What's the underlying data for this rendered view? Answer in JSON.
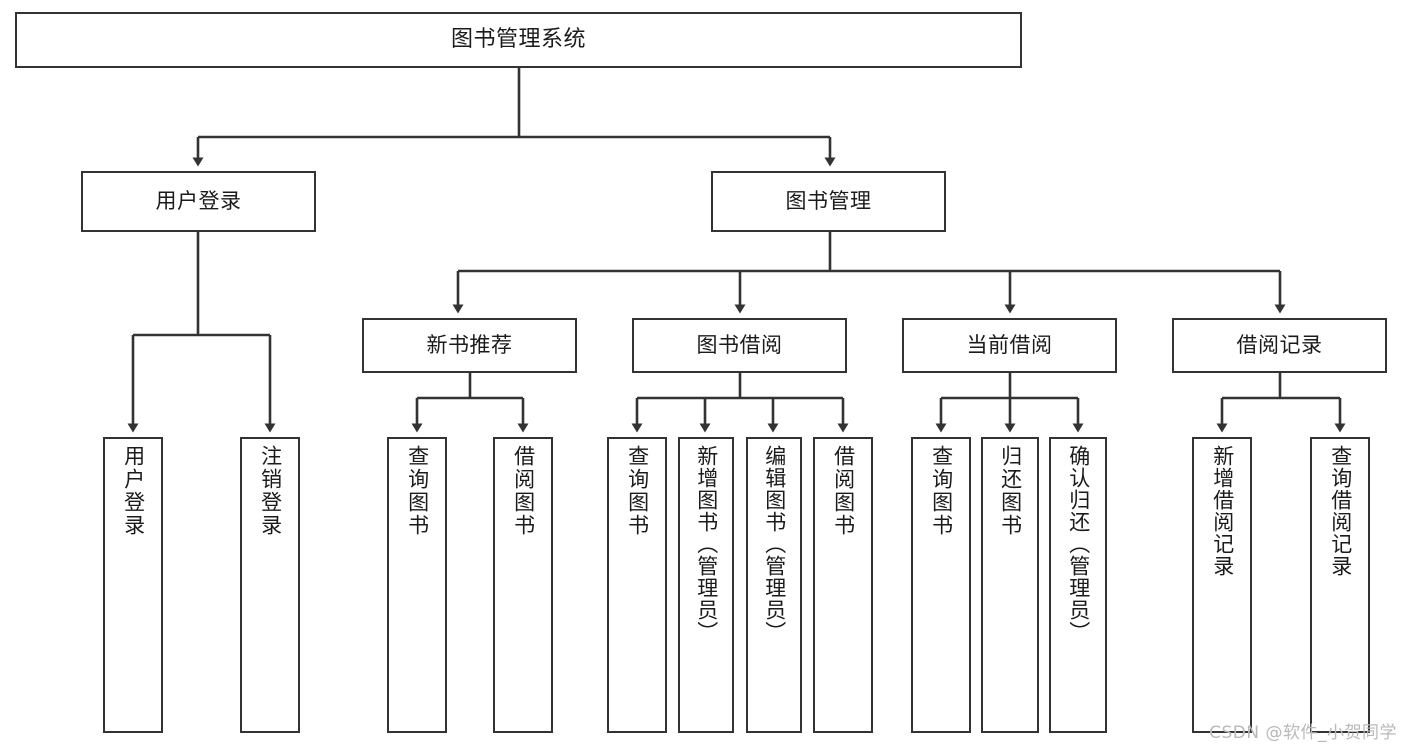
{
  "diagram": {
    "type": "tree",
    "title": "图书管理系统",
    "watermark": "CSDN @软件_小贺同学",
    "colors": {
      "box_border": "#333333",
      "box_fill": "#ffffff",
      "connector": "#333333",
      "text": "#1b1b1b",
      "watermark": "#b9b9b9"
    },
    "nodes": {
      "root": {
        "label": "图书管理系统"
      },
      "level2": [
        {
          "id": "user-login",
          "label": "用户登录"
        },
        {
          "id": "book-management",
          "label": "图书管理"
        }
      ],
      "level3": [
        {
          "id": "new-book-recommend",
          "label": "新书推荐"
        },
        {
          "id": "book-borrow",
          "label": "图书借阅"
        },
        {
          "id": "current-borrow",
          "label": "当前借阅"
        },
        {
          "id": "borrow-record",
          "label": "借阅记录"
        }
      ],
      "leaves": {
        "user_login": [
          {
            "id": "leaf-user-login",
            "label": "用户登录"
          },
          {
            "id": "leaf-logout-login",
            "label": "注销登录"
          }
        ],
        "new_book_recommend": [
          {
            "id": "leaf-query-book-1",
            "label": "查询图书"
          },
          {
            "id": "leaf-borrow-book-1",
            "label": "借阅图书"
          }
        ],
        "book_borrow": [
          {
            "id": "leaf-query-book-2",
            "label": "查询图书"
          },
          {
            "id": "leaf-add-book",
            "label": "新增图书（管理员）"
          },
          {
            "id": "leaf-edit-book",
            "label": "编辑图书（管理员）"
          },
          {
            "id": "leaf-borrow-book-2",
            "label": "借阅图书"
          }
        ],
        "current_borrow": [
          {
            "id": "leaf-query-book-3",
            "label": "查询图书"
          },
          {
            "id": "leaf-return-book",
            "label": "归还图书"
          },
          {
            "id": "leaf-confirm-return",
            "label": "确认归还（管理员）"
          }
        ],
        "borrow_record": [
          {
            "id": "leaf-add-record",
            "label": "新增借阅记录"
          },
          {
            "id": "leaf-query-record",
            "label": "查询借阅记录"
          }
        ]
      }
    }
  }
}
